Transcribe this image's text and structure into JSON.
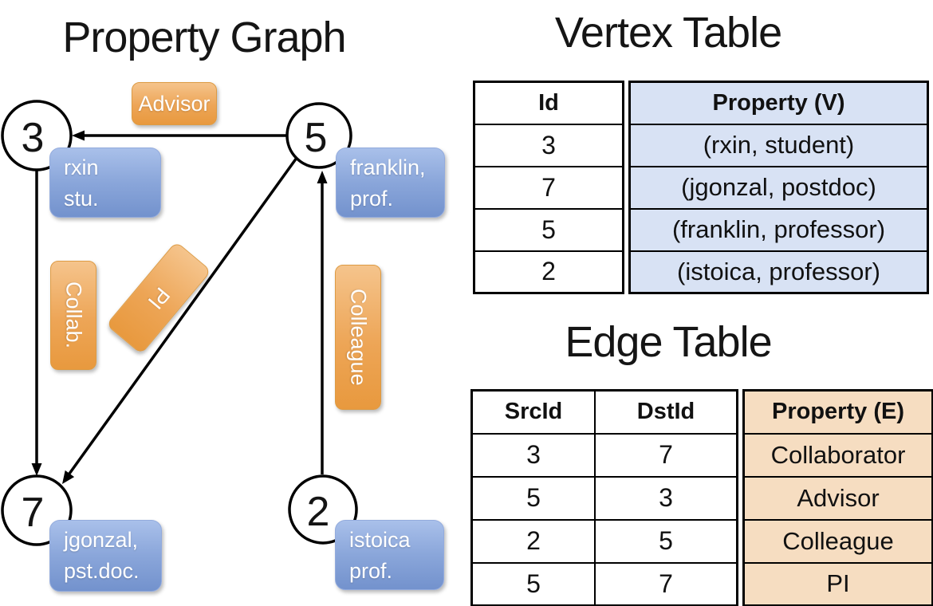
{
  "graph": {
    "title": "Property Graph",
    "nodes": [
      {
        "id": "3",
        "property_line1": "rxin",
        "property_line2": "stu."
      },
      {
        "id": "5",
        "property_line1": "franklin,",
        "property_line2": "prof."
      },
      {
        "id": "7",
        "property_line1": "jgonzal,",
        "property_line2": "pst.doc."
      },
      {
        "id": "2",
        "property_line1": "istoica",
        "property_line2": "prof."
      }
    ],
    "edge_labels": [
      {
        "name": "Advisor"
      },
      {
        "name": "Collab."
      },
      {
        "name": "PI"
      },
      {
        "name": "Colleague"
      }
    ]
  },
  "vertex_table": {
    "title": "Vertex Table",
    "col_id": "Id",
    "col_property": "Property (V)",
    "rows": [
      {
        "id": "3",
        "property": "(rxin, student)"
      },
      {
        "id": "7",
        "property": "(jgonzal, postdoc)"
      },
      {
        "id": "5",
        "property": "(franklin, professor)"
      },
      {
        "id": "2",
        "property": "(istoica, professor)"
      }
    ]
  },
  "edge_table": {
    "title": "Edge Table",
    "col_src": "SrcId",
    "col_dst": "DstId",
    "col_property": "Property (E)",
    "rows": [
      {
        "src": "3",
        "dst": "7",
        "property": "Collaborator"
      },
      {
        "src": "5",
        "dst": "3",
        "property": "Advisor"
      },
      {
        "src": "2",
        "dst": "5",
        "property": "Colleague"
      },
      {
        "src": "5",
        "dst": "7",
        "property": "PI"
      }
    ]
  },
  "colors": {
    "edge_label_fill_top": "#f5c48c",
    "edge_label_fill_bottom": "#e8993e",
    "vertex_label_fill_top": "#a9c0ea",
    "vertex_label_fill_bottom": "#7392cd",
    "vertex_table_fill": "#d8e2f4",
    "edge_table_fill": "#f6ddc1",
    "line_color": "#000000",
    "text_on_labels": "#ffffff"
  }
}
